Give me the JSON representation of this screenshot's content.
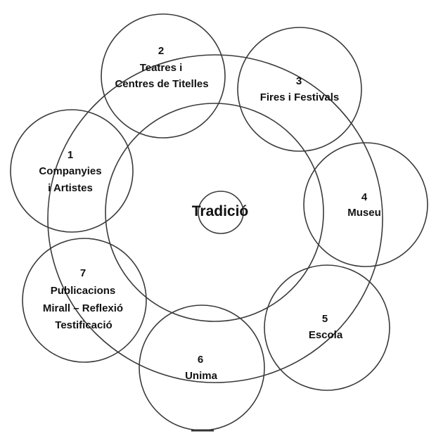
{
  "center": {
    "label": "Tradició"
  },
  "nodes": [
    {
      "number": "1",
      "lines": [
        "Companyies",
        "i Artistes"
      ]
    },
    {
      "number": "2",
      "lines": [
        "Teatres i",
        "Centres de Titelles"
      ]
    },
    {
      "number": "3",
      "lines": [
        "Fires i Festivals"
      ]
    },
    {
      "number": "4",
      "lines": [
        "Museu"
      ]
    },
    {
      "number": "5",
      "lines": [
        "Escola"
      ]
    },
    {
      "number": "6",
      "lines": [
        "Unima"
      ]
    },
    {
      "number": "7",
      "lines": [
        "Publicacions",
        "Mirall – Reflexió",
        "Testificació"
      ]
    }
  ]
}
